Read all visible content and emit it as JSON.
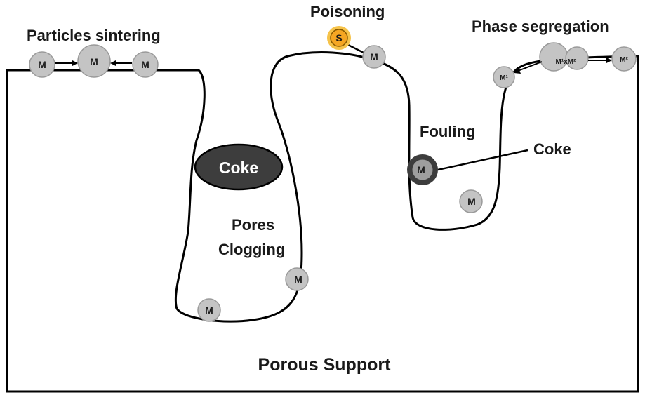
{
  "labels": {
    "particles_sintering": "Particles sintering",
    "poisoning": "Poisoning",
    "phase_segregation": "Phase segregation",
    "fouling": "Fouling",
    "coke_pore": "Coke",
    "coke_fouling": "Coke",
    "pores_clogging_line1": "Pores",
    "pores_clogging_line2": "Clogging",
    "porous_support": "Porous Support"
  },
  "particles": {
    "metal": "M",
    "sulfur": "S",
    "phase_m1": "M¹",
    "phase_m2": "M²",
    "phase_m1m2": "M¹xM²"
  },
  "colors": {
    "outline": "#000000",
    "particle_fill": "#c4c4c4",
    "coke_fill": "#3d3d3d",
    "sulfur_fill": "#f5a623",
    "sulfur_ring": "#f6c34a",
    "text": "#1a1a1a"
  }
}
